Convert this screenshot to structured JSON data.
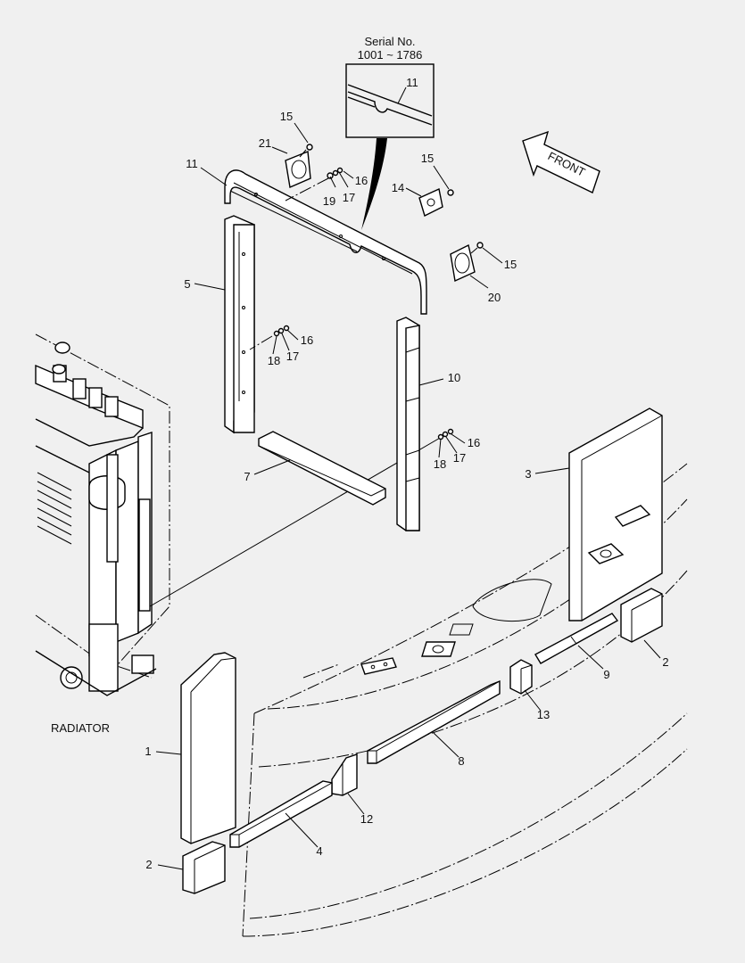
{
  "serial": {
    "title": "Serial No.",
    "range": "1001 ~ 1786"
  },
  "front_arrow_label": "FRONT",
  "radiator_label": "RADIATOR",
  "callouts": {
    "c1": "1",
    "c2a": "2",
    "c2b": "2",
    "c3": "3",
    "c4": "4",
    "c5": "5",
    "c7": "7",
    "c8": "8",
    "c9": "9",
    "c10": "10",
    "c11a": "11",
    "c11b": "11",
    "c12": "12",
    "c13": "13",
    "c14": "14",
    "c15a": "15",
    "c15b": "15",
    "c15c": "15",
    "c16a": "16",
    "c16b": "16",
    "c16c": "16",
    "c17a": "17",
    "c17b": "17",
    "c17c": "17",
    "c18a": "18",
    "c18b": "18",
    "c19": "19",
    "c20": "20",
    "c21": "21"
  }
}
